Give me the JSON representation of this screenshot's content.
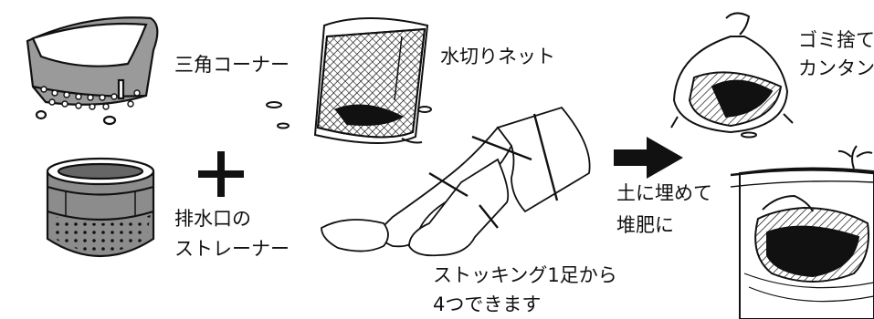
{
  "labels": {
    "corner_sink_basket": "三角コーナー",
    "drain_strainer_line1": "排水口の",
    "drain_strainer_line2": "ストレーナー",
    "net": "水切りネット",
    "stocking_line1": "ストッキング1足から",
    "stocking_line2": "4つできます",
    "bury_line1": "土に埋めて",
    "bury_line2": "堆肥に",
    "garbage_line1": "ゴミ捨て",
    "garbage_line2": "カンタン"
  },
  "colors": {
    "ink": "#111111",
    "background": "#ffffff"
  }
}
